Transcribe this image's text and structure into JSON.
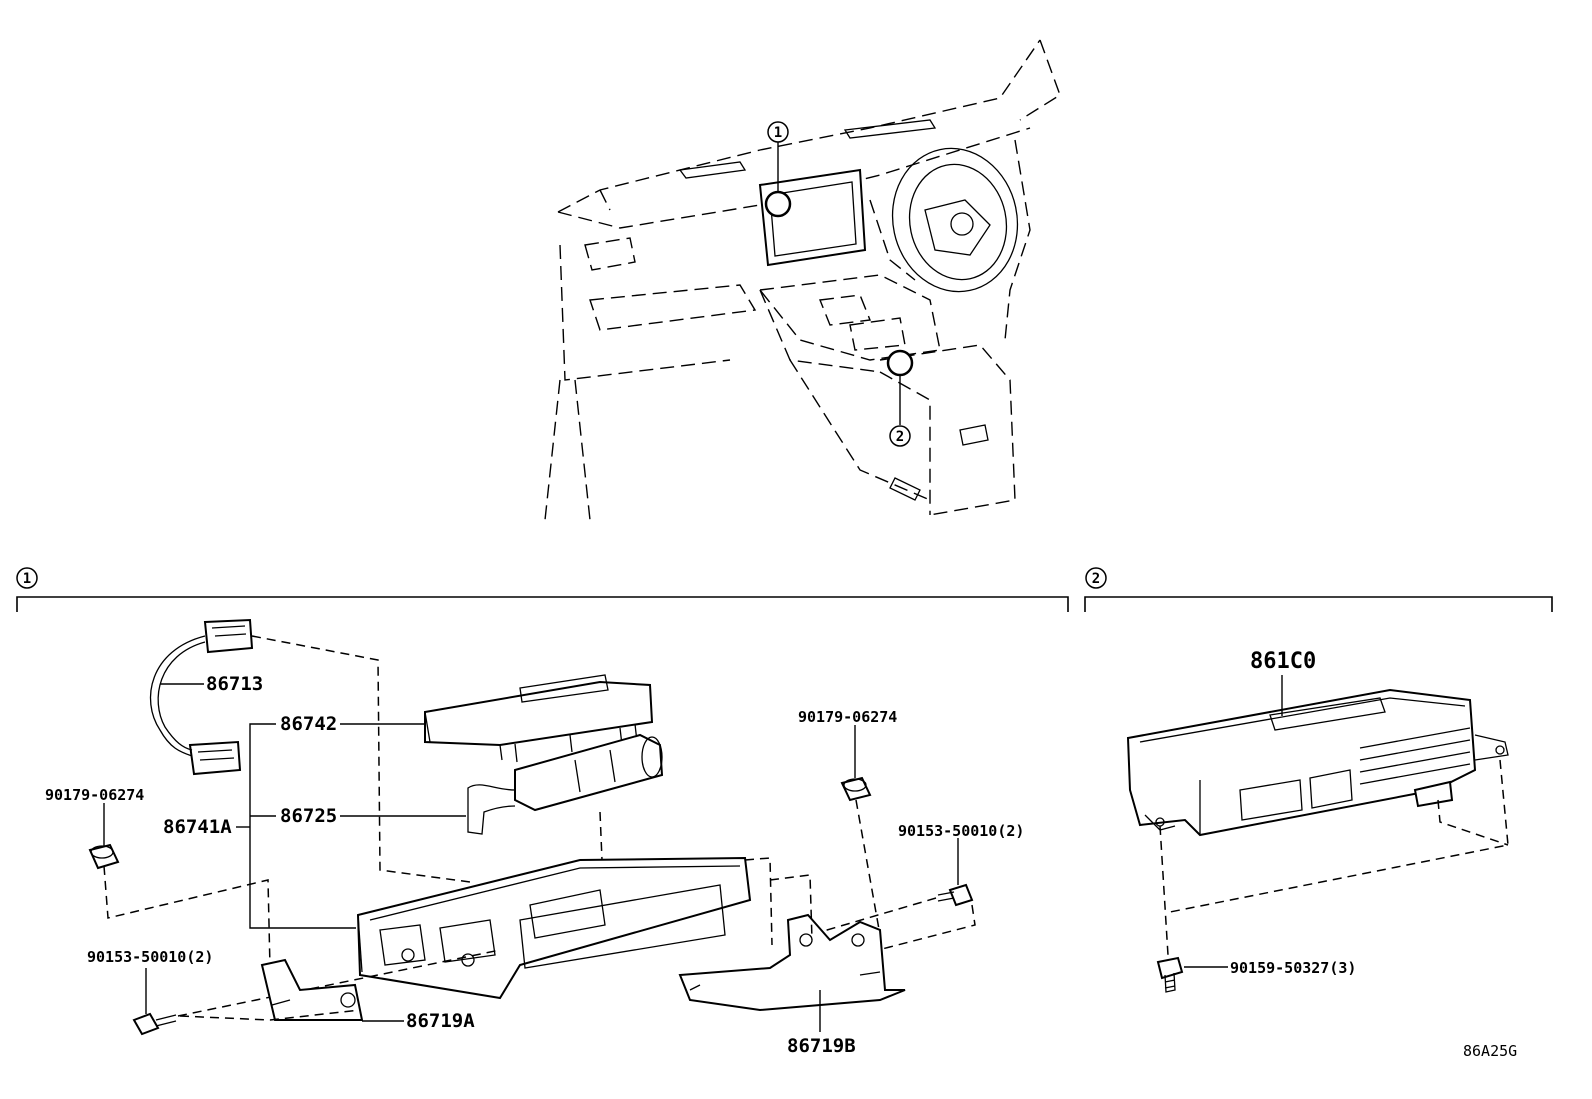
{
  "sections": [
    {
      "id": "1",
      "symbol": "①"
    },
    {
      "id": "2",
      "symbol": "②"
    }
  ],
  "overview_callouts": [
    "1",
    "2"
  ],
  "parts": {
    "p86713": "86713",
    "p86742": "86742",
    "p86725": "86725",
    "p86741A": "86741A",
    "p90179_left": "90179-06274",
    "p90179_right": "90179-06274",
    "p90153_left": "90153-50010(2)",
    "p90153_right": "90153-50010(2)",
    "p86719A": "86719A",
    "p86719B": "86719B",
    "p861C0": "861C0",
    "p90159": "90159-50327(3)"
  },
  "reference_code": "86A25G"
}
